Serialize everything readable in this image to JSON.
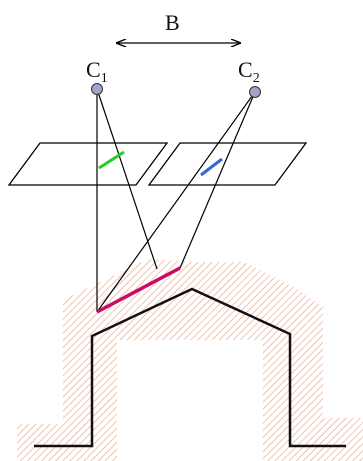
{
  "labels": {
    "baseline": "B",
    "camera1": "C",
    "camera1_subscript": "1",
    "camera2": "C",
    "camera2_subscript": "2"
  },
  "colors": {
    "background": "#ffffff",
    "stroke": "#000000",
    "profile_stroke": "#111111",
    "hatch": "#e3a07a",
    "surface_segment": "#cc0a66",
    "projection_left": "#22cc22",
    "projection_right": "#3366dd",
    "camera_fill": "#9fa4c8",
    "camera_stroke": "#333333"
  }
}
